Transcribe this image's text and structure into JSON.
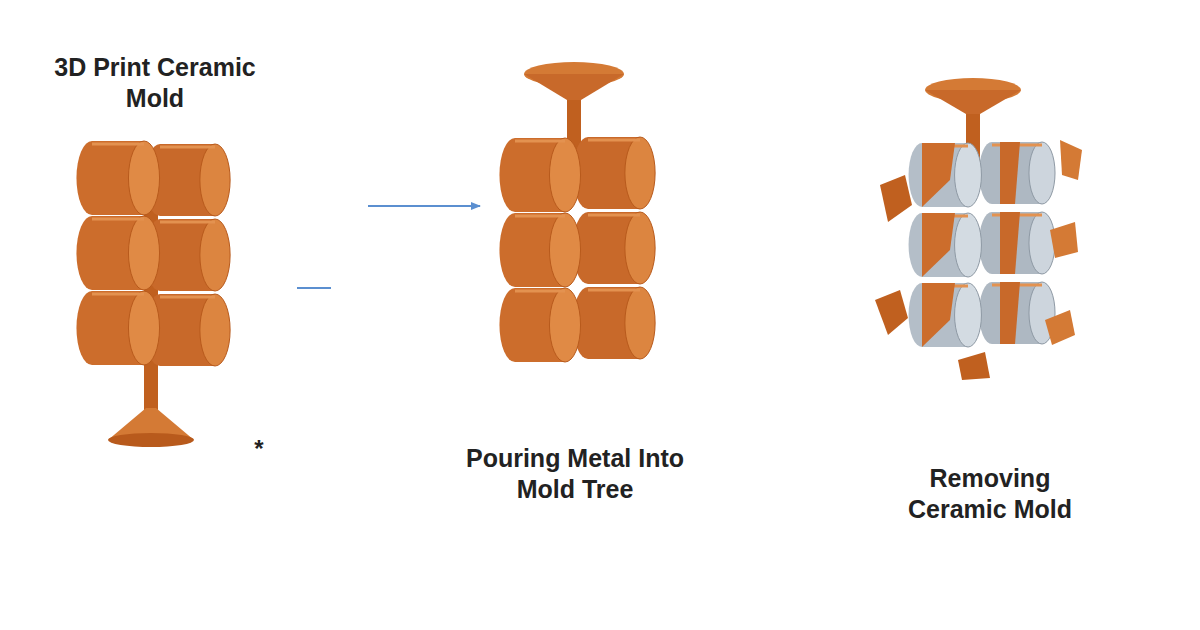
{
  "diagram": {
    "labels": [
      "3D Print Ceramic Mold",
      "Pouring Metal Into Mold Tree",
      "Removing Ceramic Mold",
      "*"
    ]
  }
}
